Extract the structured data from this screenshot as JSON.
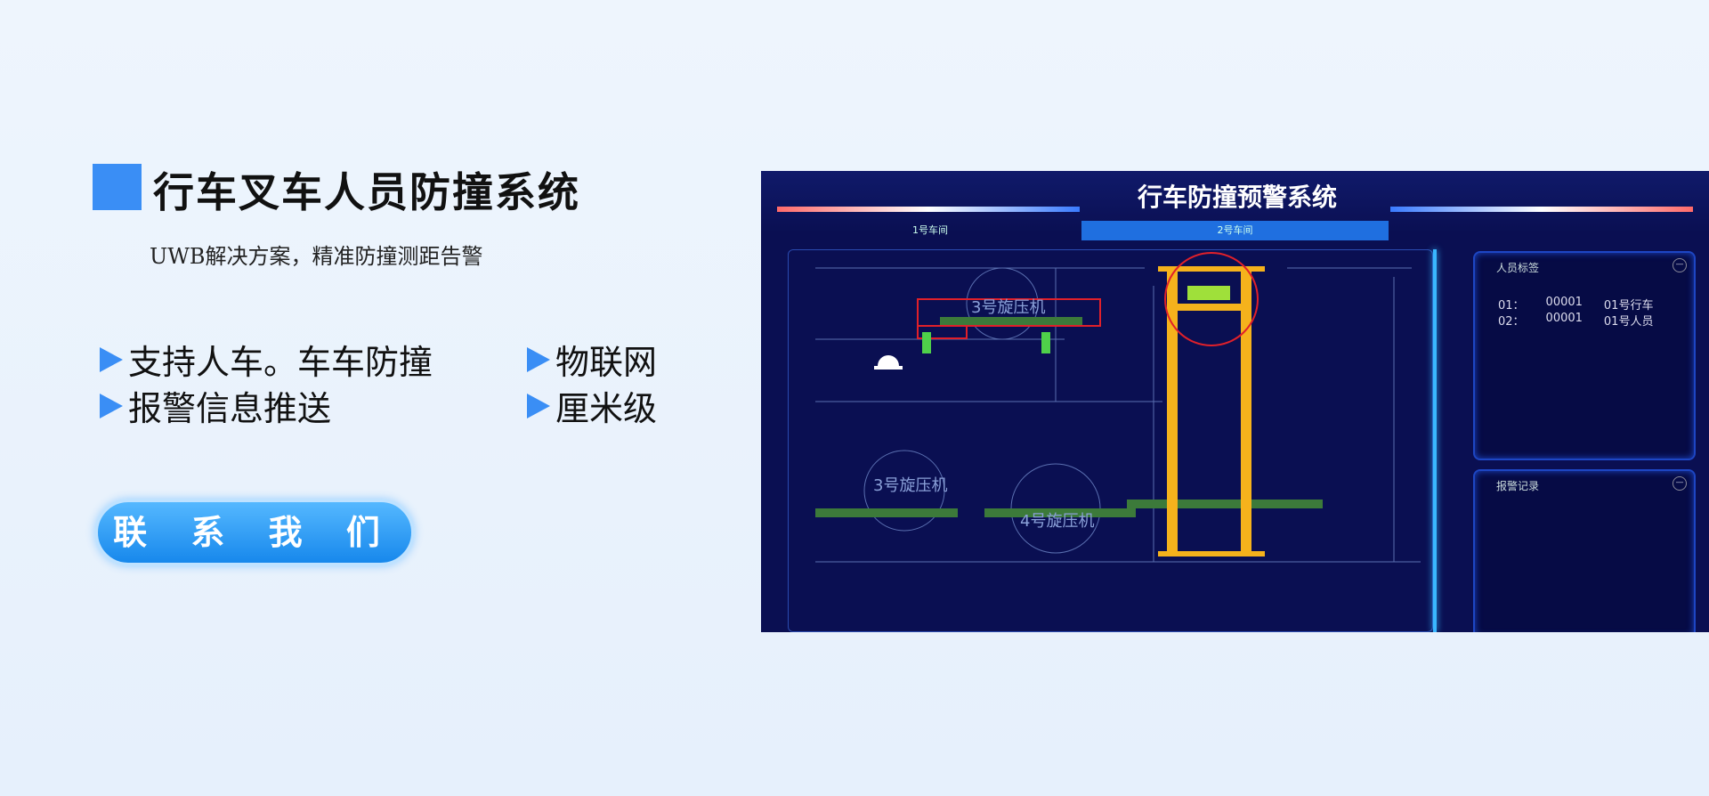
{
  "heading": {
    "title": "行车叉车人员防撞系统",
    "subtitle": "UWB解决方案，精准防撞测距告警"
  },
  "features": [
    "支持人车。车车防撞",
    "物联网",
    "报警信息推送",
    "厘米级"
  ],
  "contact_button": "联 系 我 们",
  "dashboard": {
    "title": "行车防撞预警系统",
    "tabs": [
      "1号车间",
      "2号车间"
    ],
    "map_labels": [
      "3号旋压机",
      "3号旋压机",
      "4号旋压机"
    ],
    "panels": [
      {
        "title": "人员标签",
        "rows": [
          [
            "01：",
            "00001",
            "01号行车"
          ],
          [
            "02：",
            "00001",
            "01号人员"
          ]
        ]
      },
      {
        "title": "报警记录",
        "rows": []
      }
    ]
  },
  "colors": {
    "accent": "#3a8ef5",
    "dash_bg": "#0a0f52",
    "crane": "#f5b21c",
    "alert": "#e0202a"
  }
}
